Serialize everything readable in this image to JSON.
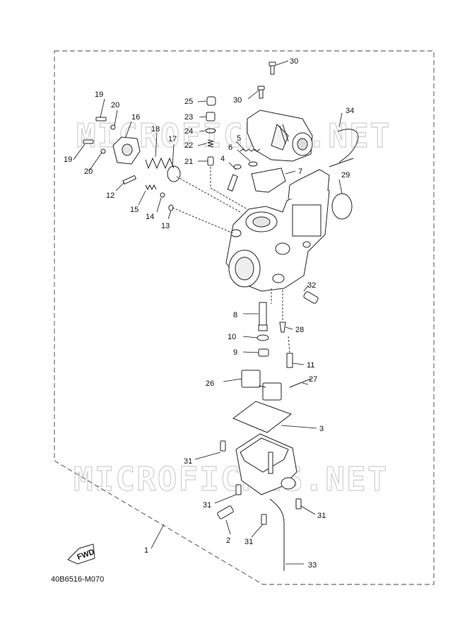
{
  "diagram": {
    "drawing_code": "40B6516-M070",
    "watermark_text": "MICROFICHES.NET",
    "fwd_label": "FWD",
    "callouts": {
      "c1": "1",
      "c2": "2",
      "c3": "3",
      "c4": "4",
      "c5": "5",
      "c6": "6",
      "c7": "7",
      "c8": "8",
      "c9": "9",
      "c10": "10",
      "c11": "11",
      "c12": "12",
      "c13": "13",
      "c14": "14",
      "c15": "15",
      "c16": "16",
      "c17": "17",
      "c18": "18",
      "c19a": "19",
      "c19b": "19",
      "c20a": "20",
      "c20b": "20",
      "c21": "21",
      "c22": "22",
      "c23": "23",
      "c24": "24",
      "c25": "25",
      "c26": "26",
      "c27": "27",
      "c28": "28",
      "c29": "29",
      "c30a": "30",
      "c30b": "30",
      "c31a": "31",
      "c31b": "31",
      "c31c": "31",
      "c31d": "31",
      "c32": "32",
      "c33": "33",
      "c34": "34"
    }
  }
}
